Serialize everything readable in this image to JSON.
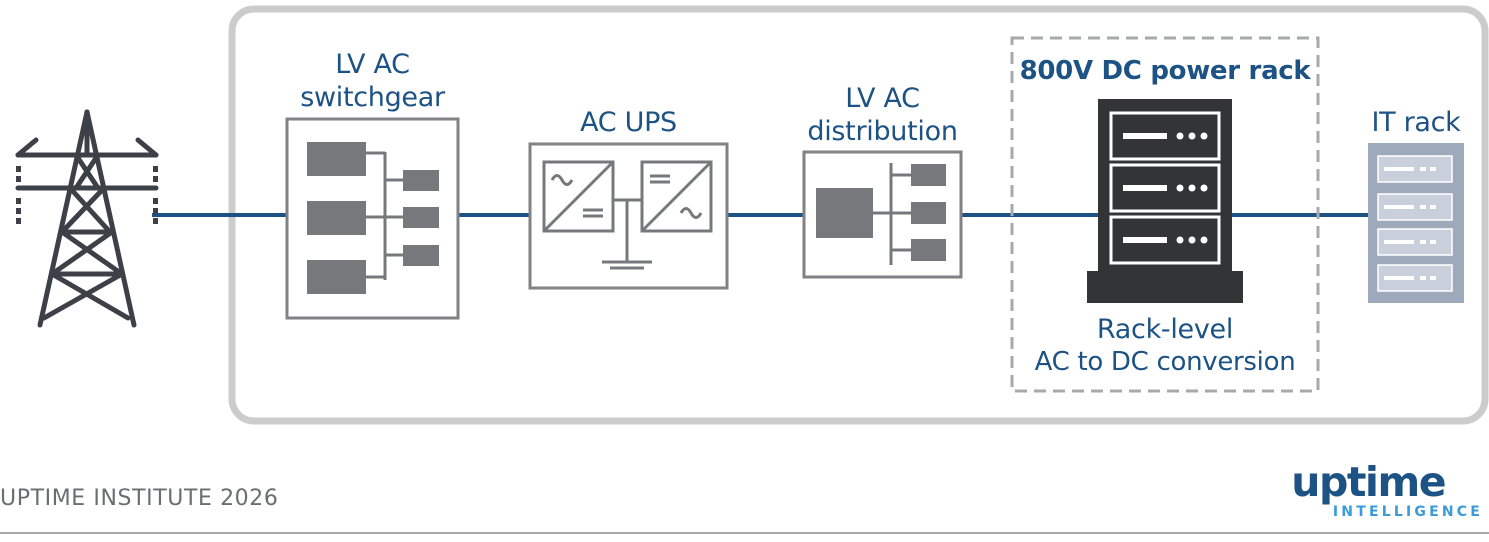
{
  "labels": {
    "lv_ac_switchgear": [
      "LV AC",
      "switchgear"
    ],
    "ac_ups": "AC UPS",
    "lv_ac_distribution": [
      "LV AC",
      "distribution"
    ],
    "dc_power_rack": "800V DC power rack",
    "rack_level_conversion": [
      "Rack-level",
      "AC to DC conversion"
    ],
    "it_rack": "IT rack"
  },
  "footer": {
    "credit": "UPTIME INSTITUTE 2026"
  },
  "logo": {
    "main": "uptime",
    "sub": "INTELLIGENCE"
  },
  "colors": {
    "line": "#1d5285",
    "label": "#1d5285",
    "box_border": "#808285",
    "fill_gray": "#77787b",
    "rack_dark": "#333436",
    "it_rack": "#9ea9bc",
    "container": "#cccccc",
    "logo_sub": "#3a9bd8"
  },
  "icons": [
    "transmission-tower-icon",
    "switchgear-icon",
    "ups-icon",
    "distribution-icon",
    "dc-power-rack-icon",
    "it-rack-icon"
  ]
}
